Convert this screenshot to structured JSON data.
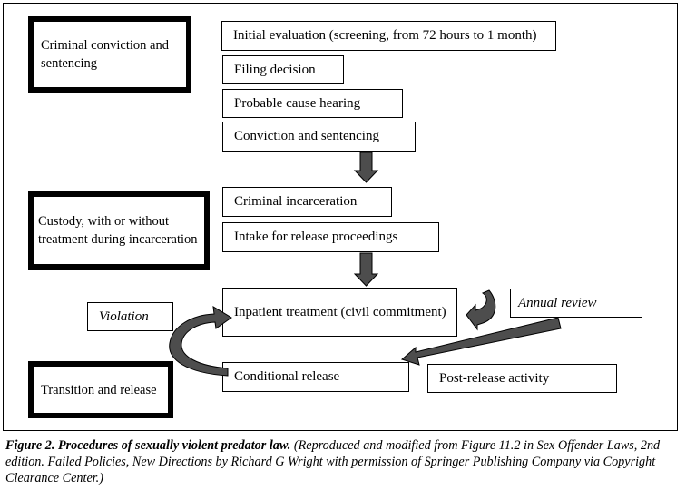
{
  "stages": {
    "conviction": "Criminal conviction and sentencing",
    "custody": "Custody, with or without treatment during incarceration",
    "transition": "Transition and release"
  },
  "steps": {
    "initial_evaluation": "Initial evaluation (screening, from 72 hours to 1 month)",
    "filing_decision": "Filing decision",
    "probable_cause": "Probable cause hearing",
    "conviction_sentencing": "Conviction and sentencing",
    "criminal_incarceration": "Criminal incarceration",
    "intake_release": "Intake for release proceedings",
    "inpatient_treatment": "Inpatient treatment (civil commitment)",
    "conditional_release": "Conditional release",
    "post_release": "Post-release activity"
  },
  "labels": {
    "violation": "Violation",
    "annual_review": "Annual review"
  },
  "caption": {
    "label": "Figure 2.  Procedures of sexually violent predator law.",
    "text": " (Reproduced and modified from Figure 11.2 in Sex Offender Laws, 2nd edition. Failed Policies, New Directions by Richard G Wright with permission of Springer Publishing Company via Copyright Clearance Center.)"
  },
  "colors": {
    "arrow_fill": "#4d4d4d",
    "border": "#000000"
  }
}
